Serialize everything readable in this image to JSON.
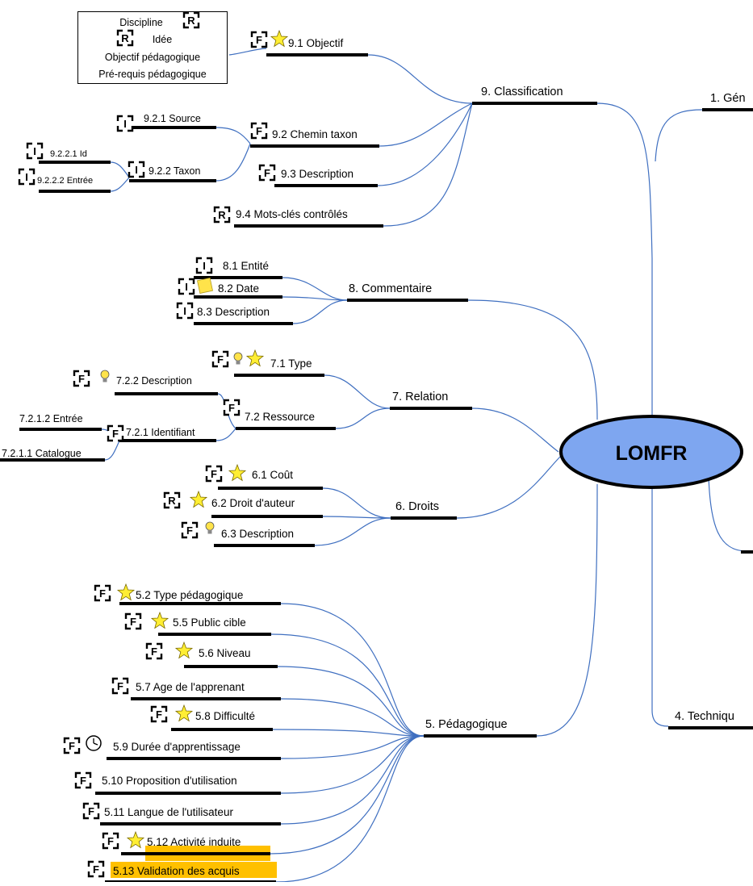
{
  "center": {
    "label": "LOMFR"
  },
  "legend": {
    "lines": [
      "Discipline",
      "Idée",
      "Objectif pédagogique",
      "Pré-requis pédagogique"
    ]
  },
  "branches": {
    "b1": "1. Gén",
    "b4": "4. Techniqu",
    "b5": "5. Pédagogique",
    "b6": "6. Droits",
    "b7": "7. Relation",
    "b8": "8. Commentaire",
    "b9": "9. Classification"
  },
  "nodes": {
    "n91": "9.1 Objectif",
    "n92": "9.2 Chemin taxon",
    "n921": "9.2.1 Source",
    "n922": "9.2.2 Taxon",
    "n9221": "9.2.2.1 Id",
    "n9222": "9.2.2.2 Entrée",
    "n93": "9.3 Description",
    "n94": "9.4 Mots-clés contrôlés",
    "n81": "8.1 Entité",
    "n82": "8.2 Date",
    "n83": "8.3 Description",
    "n71": "7.1 Type",
    "n72": "7.2 Ressource",
    "n722": "7.2.2 Description",
    "n721": "7.2.1 Identifiant",
    "n7212": "7.2.1.2 Entrée",
    "n7211": "7.2.1.1 Catalogue",
    "n61": "6.1 Coût",
    "n62": "6.2 Droit d'auteur",
    "n63": "6.3 Description",
    "n52": "5.2 Type pédagogique",
    "n55": "5.5 Public cible",
    "n56": "5.6 Niveau",
    "n57": "5.7 Age de l'apprenant",
    "n58": "5.8 Difficulté",
    "n59": "5.9 Durée d'apprentissage",
    "n510": "5.10 Proposition d'utilisation",
    "n511": "5.11 Langue de l'utilisateur",
    "n512": "5.12 Activité induite",
    "n513": "5.13 Validation des acquis"
  },
  "badges": {
    "F": "F",
    "I": "I",
    "R": "R"
  },
  "colors": {
    "ellipse_fill": "#7ea6f0",
    "connector": "#3f6fc0",
    "highlight": "#ffc000",
    "star": "#ffee33",
    "bulb": "#ffe34a"
  }
}
